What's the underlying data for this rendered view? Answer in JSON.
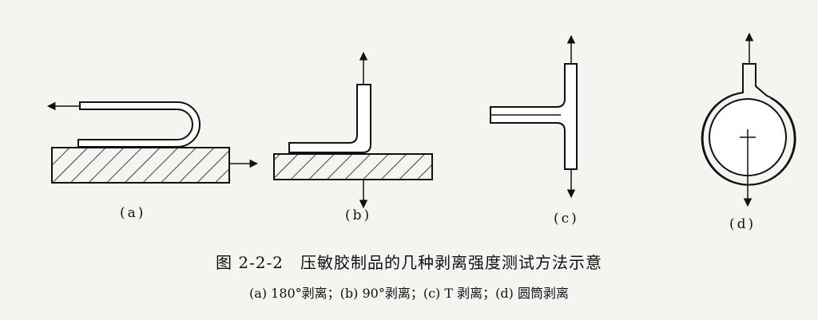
{
  "panels": [
    {
      "label": "(a)"
    },
    {
      "label": "(b)"
    },
    {
      "label": "(c)"
    },
    {
      "label": "(d)"
    }
  ],
  "caption": {
    "title": "图 2-2-2　压敏胶制品的几种剥离强度测试方法示意",
    "subtitle": "(a) 180°剥离；(b) 90°剥离；(c) T 剥离；(d) 圆筒剥离"
  }
}
